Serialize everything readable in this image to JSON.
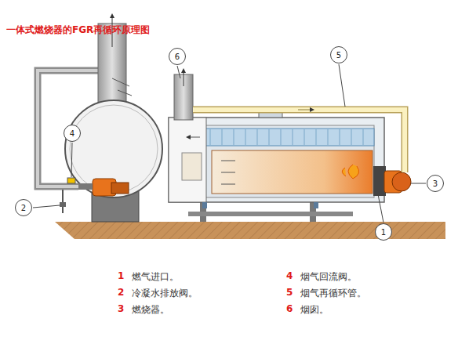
{
  "diagram": {
    "title": "一体式燃烧器的FGR再循环原理图",
    "nodes": [
      {
        "text": [
          "6"
        ]
      },
      {
        "text": [
          "5"
        ]
      },
      {
        "text": [
          "4"
        ]
      },
      {
        "text": [
          "3"
        ]
      },
      {
        "text": [
          "2"
        ]
      },
      {
        "text": [
          "1"
        ]
      }
    ],
    "labels": [
      "1",
      "燃气进口。",
      "4",
      "烟气回流阀。",
      "2",
      "冷凝水排放阀。",
      "5",
      "烟气再循环管。",
      "3",
      "燃烧器。",
      "6",
      "烟囱。"
    ]
  }
}
